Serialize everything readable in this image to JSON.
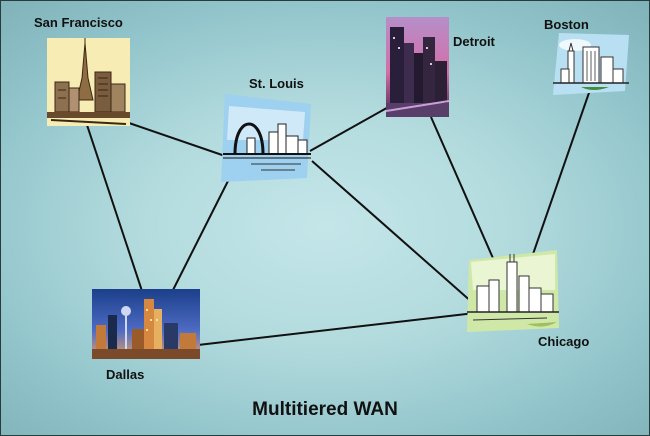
{
  "diagram": {
    "caption": "Multitiered WAN",
    "nodes": [
      {
        "id": "san-francisco",
        "label": "San Francisco"
      },
      {
        "id": "st-louis",
        "label": "St. Louis"
      },
      {
        "id": "detroit",
        "label": "Detroit"
      },
      {
        "id": "boston",
        "label": "Boston"
      },
      {
        "id": "dallas",
        "label": "Dallas"
      },
      {
        "id": "chicago",
        "label": "Chicago"
      }
    ],
    "links": [
      [
        "san-francisco",
        "st-louis"
      ],
      [
        "san-francisco",
        "dallas"
      ],
      [
        "st-louis",
        "dallas"
      ],
      [
        "st-louis",
        "detroit"
      ],
      [
        "st-louis",
        "chicago"
      ],
      [
        "detroit",
        "chicago"
      ],
      [
        "boston",
        "chicago"
      ],
      [
        "dallas",
        "chicago"
      ]
    ],
    "colors": {
      "background": "#b3dbde",
      "link": "#111111"
    }
  }
}
